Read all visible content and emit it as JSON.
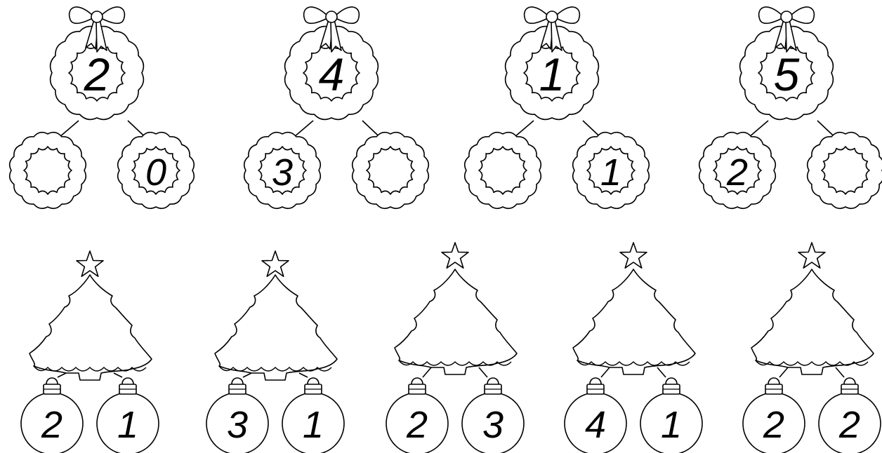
{
  "wreaths": [
    {
      "top": "2",
      "left": "",
      "right": "0"
    },
    {
      "top": "4",
      "left": "3",
      "right": ""
    },
    {
      "top": "1",
      "left": "",
      "right": "1"
    },
    {
      "top": "5",
      "left": "2",
      "right": ""
    }
  ],
  "trees": [
    {
      "left": "2",
      "right": "1"
    },
    {
      "left": "3",
      "right": "1"
    },
    {
      "left": "2",
      "right": "3"
    },
    {
      "left": "4",
      "right": "1"
    },
    {
      "left": "2",
      "right": "2"
    }
  ]
}
